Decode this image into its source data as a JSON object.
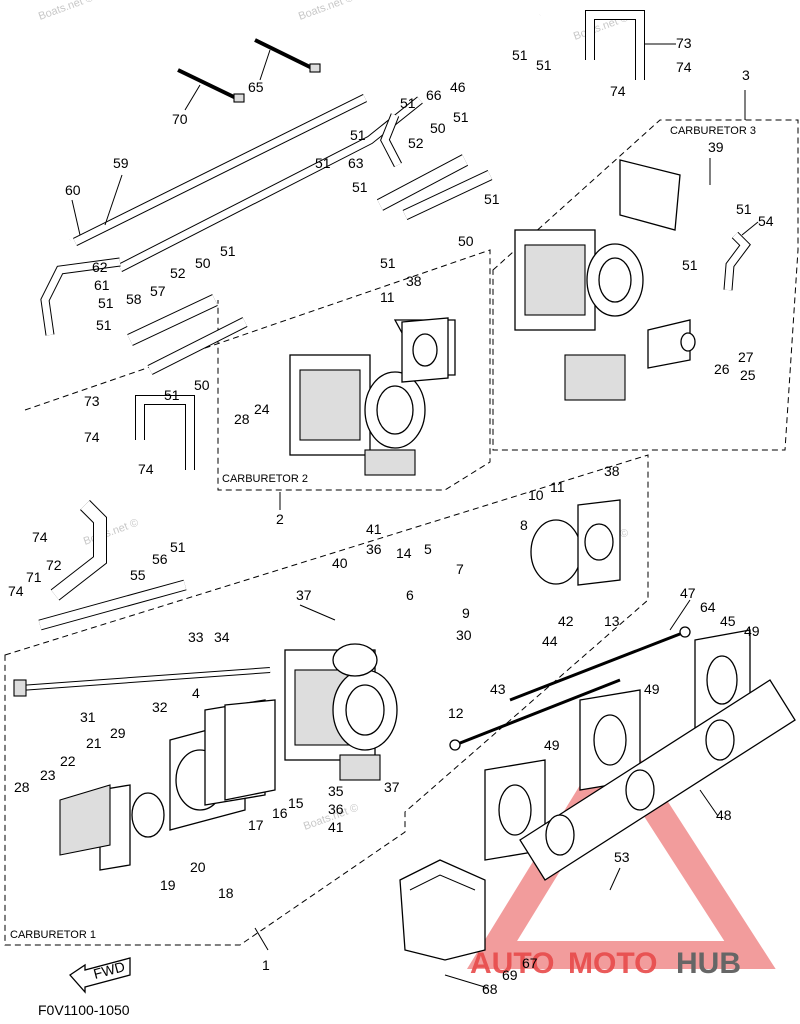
{
  "watermarks": [
    "Boats.net ©",
    "Boats.net ©",
    "Boats.net ©",
    "Boats.net ©",
    "Boats.net ©",
    "Boats.net ©"
  ],
  "groups": {
    "carb1": "CARBURETOR 1",
    "carb2": "CARBURETOR 2",
    "carb3": "CARBURETOR 3"
  },
  "fwd": "FWD",
  "figure_code": "F0V1100-1050",
  "brand": {
    "auto": "AUTO",
    "moto": "MOTO",
    "hub": "HUB",
    "accent": "#e84a4a",
    "gray": "#666666"
  },
  "callouts": {
    "c65": "65",
    "c70": "70",
    "c59": "59",
    "c60": "60",
    "c51_top1": "51",
    "c51_top2": "51",
    "c51_top3": "51",
    "c51_top4": "51",
    "c73_top": "73",
    "c74_top1": "74",
    "c74_top2": "74",
    "c3": "3",
    "c66": "66",
    "c46": "46",
    "c51_a": "51",
    "c63": "63",
    "c51_b": "51",
    "c52_top": "52",
    "c50_top": "50",
    "c51_c": "51",
    "c51_d": "51",
    "c39": "39",
    "c51_e": "51",
    "c54": "54",
    "c50_mid": "50",
    "c51_f": "51",
    "c62": "62",
    "c61": "61",
    "c51_g": "51",
    "c58": "58",
    "c57": "57",
    "c52_left": "52",
    "c50_left": "50",
    "c51_h": "51",
    "c51_i": "51",
    "c38_top": "38",
    "c11_top": "11",
    "c51_j": "51",
    "c51_k": "51",
    "c50_low": "50",
    "c51_l": "51",
    "c27": "27",
    "c26": "26",
    "c25": "25",
    "c73_left": "73",
    "c74_left1": "74",
    "c24": "24",
    "c28_top": "28",
    "c74_left2": "74",
    "c2": "2",
    "c38_mid": "38",
    "c10": "10",
    "c11_mid": "11",
    "c41_top": "41",
    "c36_top": "36",
    "c40": "40",
    "c14": "14",
    "c5": "5",
    "c7": "7",
    "c8": "8",
    "c6": "6",
    "c42": "42",
    "c13": "13",
    "c74_c": "74",
    "c72": "72",
    "c56": "56",
    "c51_m": "51",
    "c55": "55",
    "c71": "71",
    "c74_d": "74",
    "c37_top": "37",
    "c9": "9",
    "c30": "30",
    "c44": "44",
    "c47": "47",
    "c64": "64",
    "c45": "45",
    "c49_a": "49",
    "c33": "33",
    "c34": "34",
    "c43": "43",
    "c12": "12",
    "c31": "31",
    "c32": "32",
    "c4": "4",
    "c49_b": "49",
    "c22": "22",
    "c21": "21",
    "c29": "29",
    "c23": "23",
    "c28_low": "28",
    "c49_c": "49",
    "c35": "35",
    "c37_low": "37",
    "c36_low": "36",
    "c41_low": "41",
    "c15": "15",
    "c16": "16",
    "c17": "17",
    "c48": "48",
    "c20": "20",
    "c19": "19",
    "c18": "18",
    "c53": "53",
    "c1": "1",
    "c67": "67",
    "c69": "69",
    "c68": "68"
  }
}
